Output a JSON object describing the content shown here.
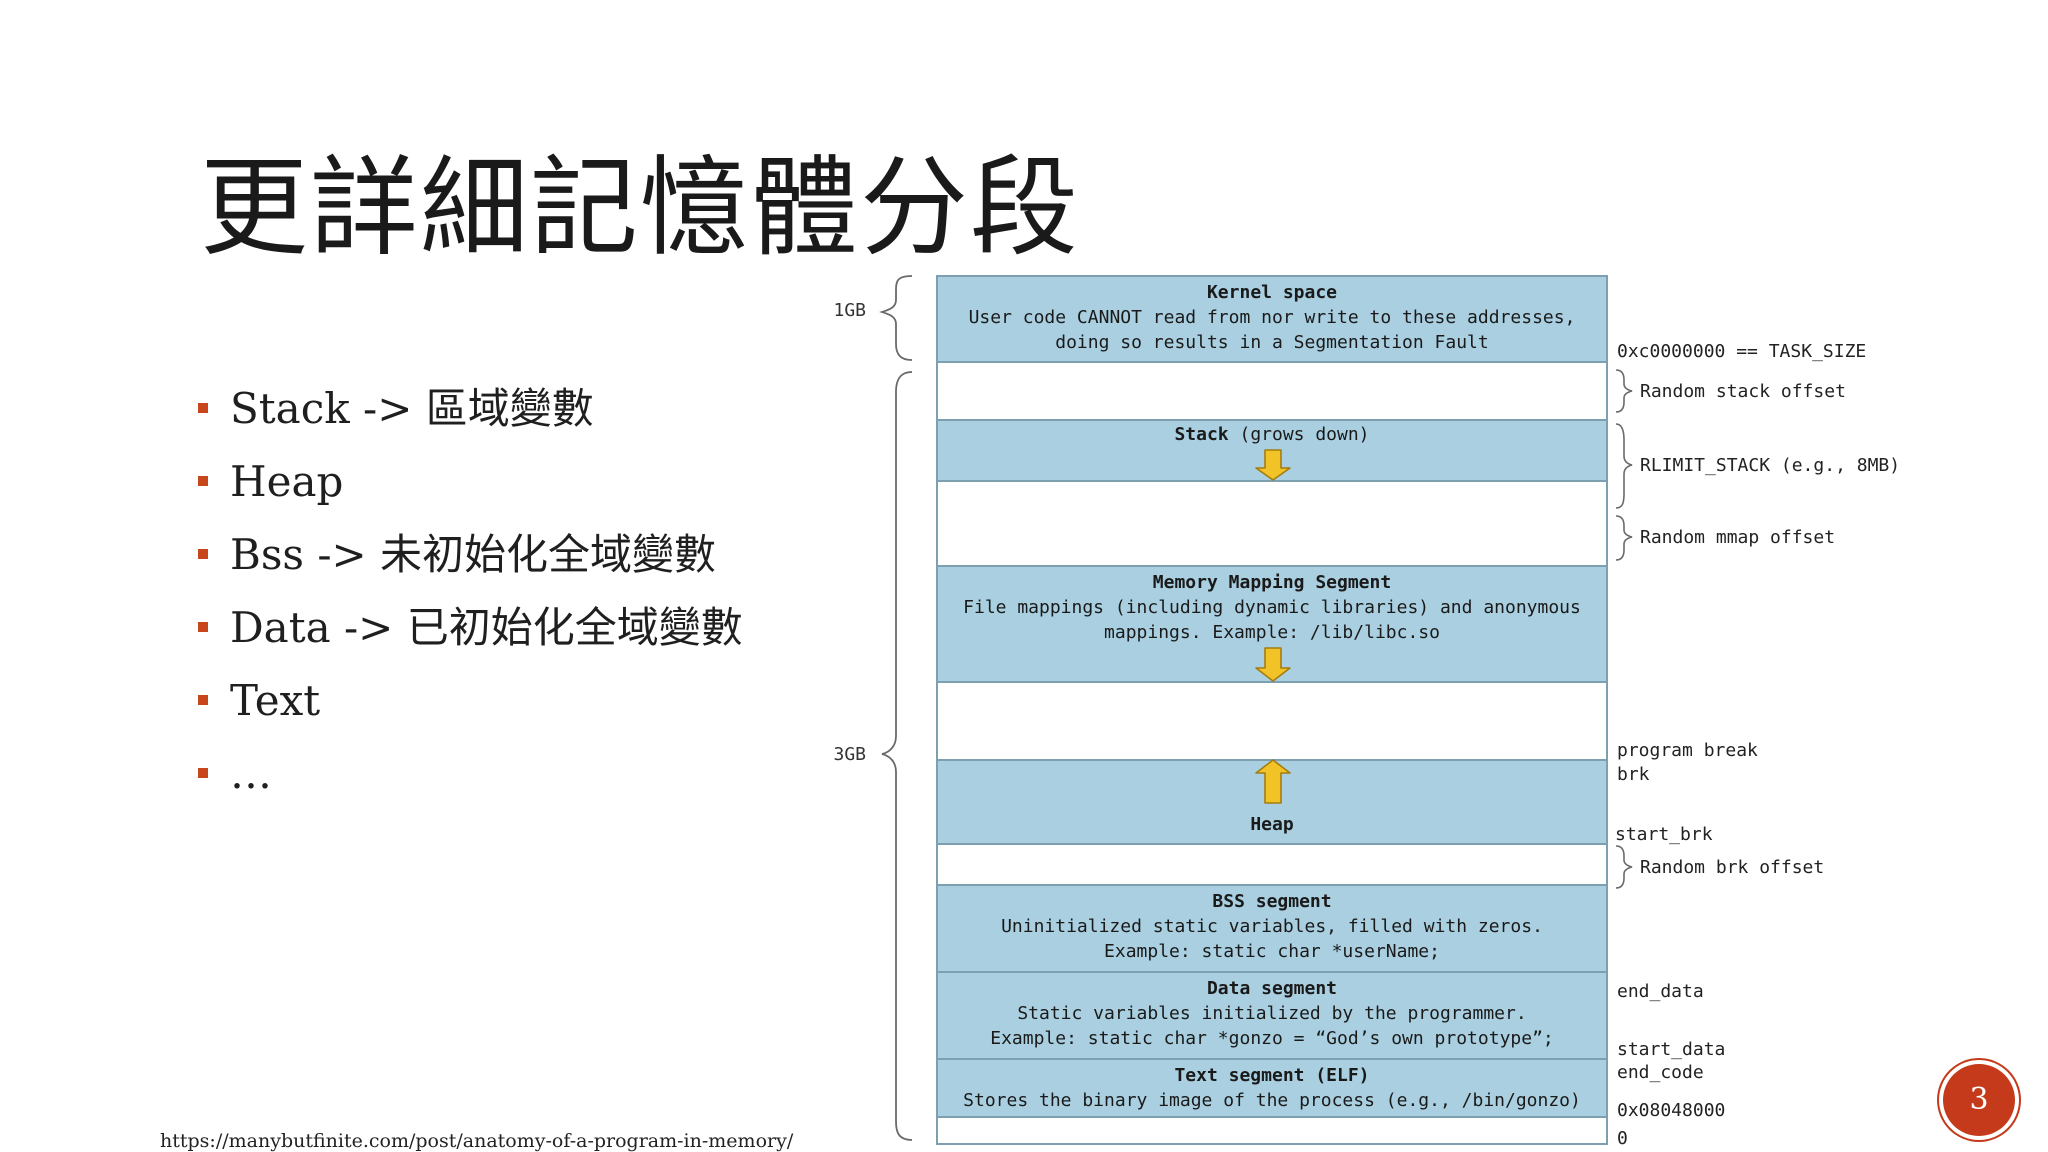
{
  "slide": {
    "title": "更詳細記憶體分段",
    "bullets": [
      "Stack -> 區域變數",
      "Heap",
      "Bss -> 未初始化全域變數",
      "Data -> 已初始化全域變數",
      "Text",
      "…"
    ],
    "source": "https://manybutfinite.com/post/anatomy-of-a-program-in-memory/",
    "page_number": "3",
    "accent_color": "#c8461c"
  },
  "diagram": {
    "colors": {
      "segment_fill": "#a9cfe0",
      "border": "#7d9fb0",
      "arrow_fill": "#f2c326",
      "arrow_stroke": "#a57d0f"
    },
    "brace_labels": {
      "kernel": "1GB",
      "user": "3GB"
    },
    "segments": [
      {
        "id": "kernel",
        "filled": true,
        "lines": [
          "Kernel space",
          "User code CANNOT read from nor write to these addresses,",
          "doing so results in a Segmentation Fault"
        ]
      },
      {
        "id": "gap-stack-offset",
        "filled": false,
        "lines": []
      },
      {
        "id": "stack",
        "filled": true,
        "lines": [
          "Stack (grows down)"
        ]
      },
      {
        "id": "gap-rlimit",
        "filled": false,
        "lines": []
      },
      {
        "id": "mmap",
        "filled": true,
        "lines": [
          "Memory Mapping Segment",
          "File mappings (including dynamic libraries) and anonymous",
          "mappings. Example: /lib/libc.so"
        ]
      },
      {
        "id": "gap-heap",
        "filled": false,
        "lines": []
      },
      {
        "id": "heap",
        "filled": true,
        "lines": [
          "Heap"
        ]
      },
      {
        "id": "gap-brk-offset",
        "filled": false,
        "lines": []
      },
      {
        "id": "bss",
        "filled": true,
        "lines": [
          "BSS segment",
          "Uninitialized static variables, filled with zeros.",
          "Example: static char *userName;"
        ]
      },
      {
        "id": "data",
        "filled": true,
        "lines": [
          "Data segment",
          "Static variables initialized by the programmer.",
          "Example: static char *gonzo = “God’s own prototype”;"
        ]
      },
      {
        "id": "text",
        "filled": true,
        "lines": [
          "Text segment (ELF)",
          "Stores the binary image of the process (e.g., /bin/gonzo)"
        ]
      },
      {
        "id": "gap-bottom",
        "filled": false,
        "lines": []
      }
    ],
    "right_labels": {
      "task_size": "0xc0000000 == TASK_SIZE",
      "random_stack_offset": "Random stack offset",
      "rlimit_stack": "RLIMIT_STACK (e.g., 8MB)",
      "random_mmap_offset": "Random mmap offset",
      "program_break": "program break",
      "brk": "brk",
      "start_brk": "start_brk",
      "random_brk_offset": "Random brk offset",
      "end_data": "end_data",
      "start_data": "start_data",
      "end_code": "end_code",
      "text_start": "0x08048000",
      "zero": "0"
    }
  }
}
